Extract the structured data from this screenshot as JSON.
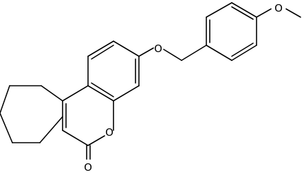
{
  "structure": {
    "atom_labels": {
      "ether_oxygen": "O",
      "methoxy_oxygen": "O",
      "ring_oxygen": "O",
      "carbonyl_oxygen": "O"
    },
    "colors": {
      "bond": "#000000",
      "label": "#000000",
      "background": "#ffffff"
    }
  }
}
